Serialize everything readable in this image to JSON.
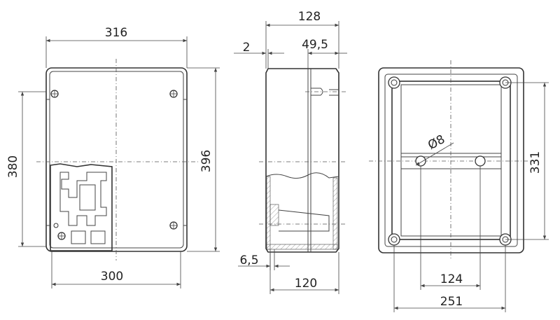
{
  "views": {
    "front": {
      "width_top": "316",
      "height_left": "380",
      "height_right": "396",
      "width_bottom": "300"
    },
    "side": {
      "depth_top": "128",
      "wall_thickness": "2",
      "lid_depth": "49,5",
      "flange": "6,5",
      "base_depth": "120"
    },
    "back": {
      "hole_spacing_vertical": "331",
      "hole_diameter": "Ø8",
      "hole_spacing_center": "124",
      "hole_spacing_horizontal": "251"
    }
  },
  "colors": {
    "line": "#333333",
    "background": "#ffffff"
  }
}
